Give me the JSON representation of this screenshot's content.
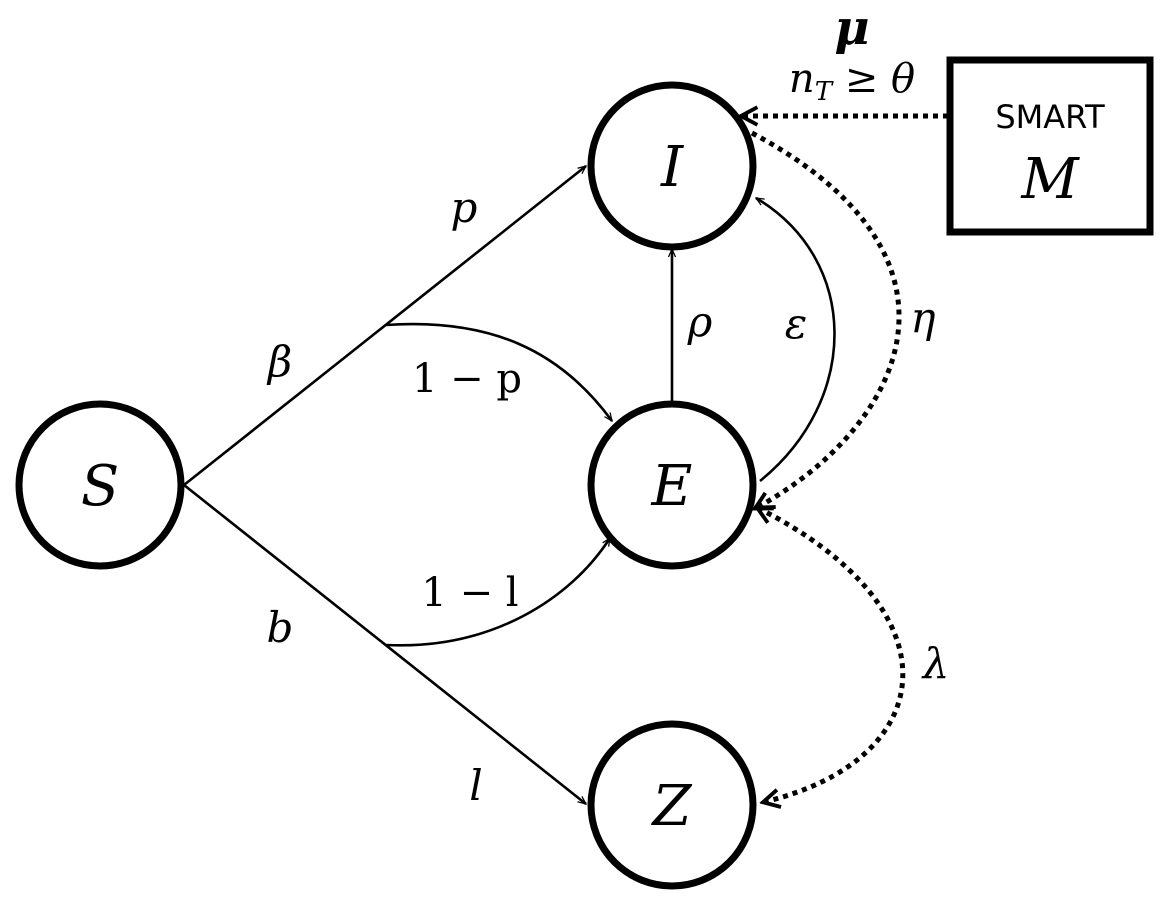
{
  "nodes": {
    "S": "S",
    "I": "I",
    "E": "E",
    "Z": "Z"
  },
  "smart_box": {
    "title": "SMART",
    "label": "M"
  },
  "edge_labels": {
    "beta": "β",
    "b": "b",
    "p": "p",
    "one_minus_p": "1 − p",
    "one_minus_l": "1 − l",
    "l": "l",
    "rho": "ρ",
    "epsilon": "ε",
    "eta": "η",
    "lambda": "λ",
    "mu": "μ",
    "threshold": "n_T ≥ θ"
  }
}
